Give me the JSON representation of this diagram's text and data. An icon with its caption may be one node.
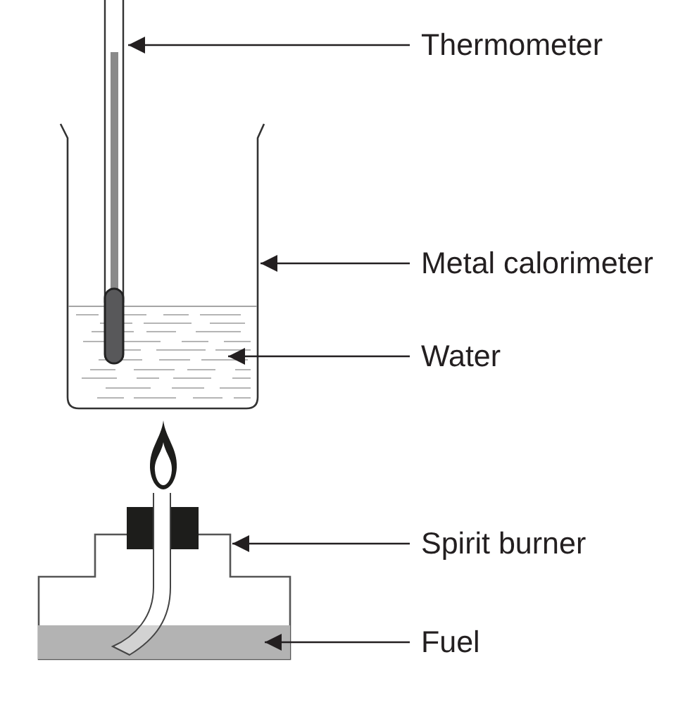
{
  "diagram": {
    "nodes": [
      {
        "text": [
          "Thermometer"
        ]
      },
      {
        "text": [],
        "shape": "picture"
      },
      {
        "text": [
          "Metal calorimeter"
        ]
      },
      {
        "text": [],
        "shape": "picture"
      },
      {
        "text": [
          "Water"
        ]
      },
      {
        "text": [],
        "shape": "picture",
        "in": 3
      },
      {
        "text": [
          "Spirit burner"
        ]
      },
      {
        "text": [],
        "shape": "picture"
      },
      {
        "text": [
          "Fuel"
        ]
      },
      {
        "text": [],
        "shape": "box",
        "in": 7
      }
    ],
    "edges": [
      {
        "from": 0,
        "to": 1,
        "arrow": "to"
      },
      {
        "from": 2,
        "to": 3,
        "arrow": "to"
      },
      {
        "from": 4,
        "to": 5,
        "arrow": "to"
      },
      {
        "from": 6,
        "to": 7,
        "arrow": "to"
      },
      {
        "from": 8,
        "to": 9,
        "arrow": "to"
      }
    ]
  }
}
